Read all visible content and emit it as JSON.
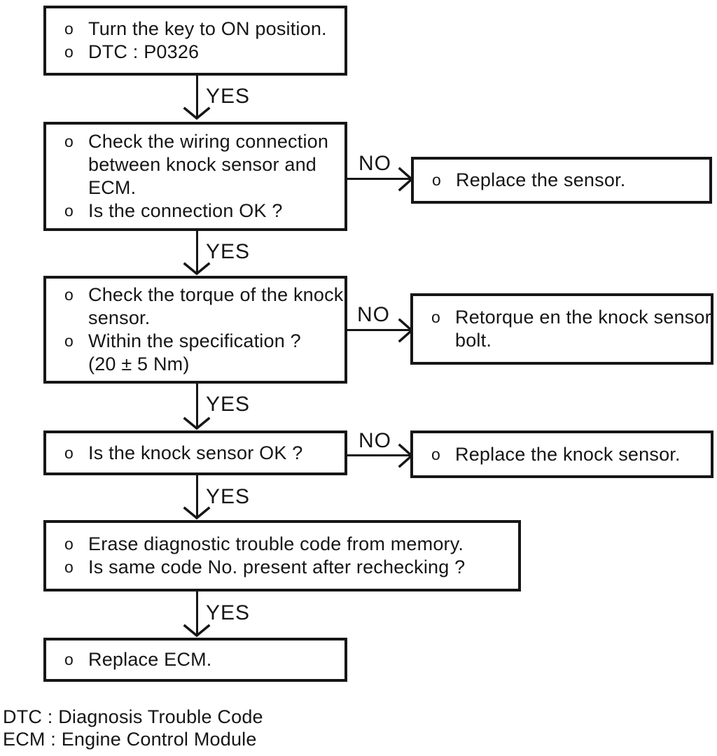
{
  "page": {
    "background": "#ffffff",
    "ink_color": "#161616",
    "dtc_code": "P0326"
  },
  "labels": {
    "yes": "YES",
    "no": "NO",
    "bullet": "o"
  },
  "boxes": {
    "step1": {
      "items": [
        {
          "lines": [
            "Turn the key to ON position."
          ]
        },
        {
          "lines": [
            "DTC : P0326"
          ]
        }
      ]
    },
    "step2": {
      "items": [
        {
          "lines": [
            "Check the wiring connection",
            "between knock sensor and",
            "ECM."
          ]
        },
        {
          "lines": [
            "Is the connection OK ?"
          ]
        }
      ]
    },
    "step3": {
      "items": [
        {
          "lines": [
            "Check the torque of the knock",
            "sensor."
          ]
        },
        {
          "lines": [
            "Within the specification ?",
            "(20 ± 5 Nm)"
          ]
        }
      ]
    },
    "step4": {
      "items": [
        {
          "lines": [
            "Is the knock sensor OK ?"
          ]
        }
      ]
    },
    "step5": {
      "items": [
        {
          "lines": [
            "Erase diagnostic trouble code from memory."
          ]
        },
        {
          "lines": [
            "Is same code No. present after rechecking ?"
          ]
        }
      ]
    },
    "step6": {
      "items": [
        {
          "lines": [
            "Replace ECM."
          ]
        }
      ]
    },
    "action1": {
      "items": [
        {
          "lines": [
            "Replace the sensor."
          ]
        }
      ]
    },
    "action2": {
      "items": [
        {
          "lines": [
            "Retorque en the knock sensor",
            "bolt."
          ]
        }
      ]
    },
    "action3": {
      "items": [
        {
          "lines": [
            "Replace the knock sensor."
          ]
        }
      ]
    }
  },
  "legend": {
    "line1": "DTC : Diagnosis Trouble Code",
    "line2": "ECM : Engine Control Module"
  }
}
